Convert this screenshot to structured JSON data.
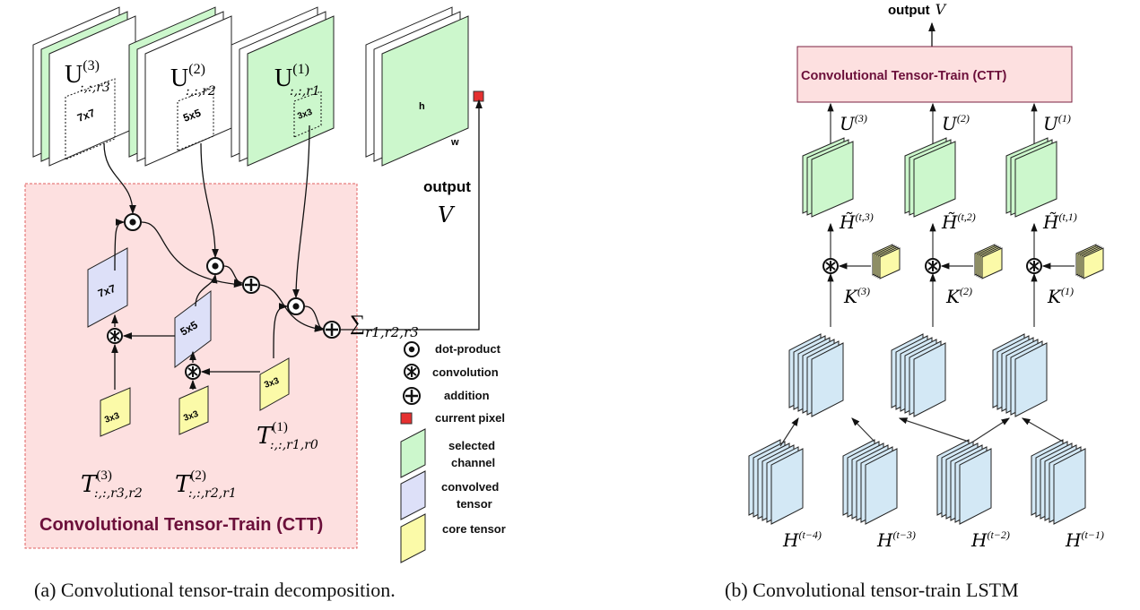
{
  "colors": {
    "selected_channel": "#ccf7cc",
    "convolved_tensor": "#dde0f8",
    "core_tensor": "#fbfaa8",
    "ctt_box": "#fde0e0",
    "ctt_text": "#6b0f3a",
    "current_pixel": "#e53030",
    "hidden_state": "#d3e8f5"
  },
  "panel_a": {
    "inputs": [
      {
        "base": "U",
        "sup": "(3)",
        "sub": ":,:,r3",
        "kernel": "7x7"
      },
      {
        "base": "U",
        "sup": "(2)",
        "sub": ":,:,r2",
        "kernel": "5x5"
      },
      {
        "base": "U",
        "sup": "(1)",
        "sub": ":,:,r1",
        "kernel": "3x3"
      }
    ],
    "output": {
      "h": "h",
      "w": "w",
      "label": "output",
      "symbol": "V"
    },
    "convolved": [
      "7x7",
      "5x5"
    ],
    "cores": [
      {
        "size": "3x3",
        "base": "T",
        "sup": "(3)",
        "sub": ":,:,r3,r2"
      },
      {
        "size": "3x3",
        "base": "T",
        "sup": "(2)",
        "sub": ":,:,r2,r1"
      },
      {
        "size": "3x3",
        "base": "T",
        "sup": "(1)",
        "sub": ":,:,r1,r0"
      }
    ],
    "sum": {
      "symbol": "∑",
      "sub": "r1,r2,r3"
    },
    "ctt_title": "Convolutional Tensor-Train (CTT)",
    "legend": [
      {
        "icon": "dot-product-icon",
        "label": "dot-product"
      },
      {
        "icon": "convolution-icon",
        "label": "convolution"
      },
      {
        "icon": "addition-icon",
        "label": "addition"
      },
      {
        "icon": "current-pixel-icon",
        "label": "current pixel"
      },
      {
        "icon": "selected-channel-swatch",
        "label1": "selected",
        "label2": "channel"
      },
      {
        "icon": "convolved-tensor-swatch",
        "label1": "convolved",
        "label2": "tensor"
      },
      {
        "icon": "core-tensor-swatch",
        "label": "core tensor"
      }
    ],
    "caption": "(a) Convolutional tensor-train decomposition."
  },
  "panel_b": {
    "output_label": "output",
    "output_symbol": "V",
    "ctt_title": "Convolutional Tensor-Train (CTT)",
    "columns": [
      {
        "u": "U",
        "u_sup": "(3)",
        "h": "H̃",
        "h_sup": "(t,3)",
        "k": "K",
        "k_sup": "(3)"
      },
      {
        "u": "U",
        "u_sup": "(2)",
        "h": "H̃",
        "h_sup": "(t,2)",
        "k": "K",
        "k_sup": "(2)"
      },
      {
        "u": "U",
        "u_sup": "(1)",
        "h": "H̃",
        "h_sup": "(t,1)",
        "k": "K",
        "k_sup": "(1)"
      }
    ],
    "history": [
      {
        "base": "H",
        "sup": "(t−4)"
      },
      {
        "base": "H",
        "sup": "(t−3)"
      },
      {
        "base": "H",
        "sup": "(t−2)"
      },
      {
        "base": "H",
        "sup": "(t−1)"
      }
    ],
    "caption": "(b) Convolutional tensor-train LSTM"
  }
}
